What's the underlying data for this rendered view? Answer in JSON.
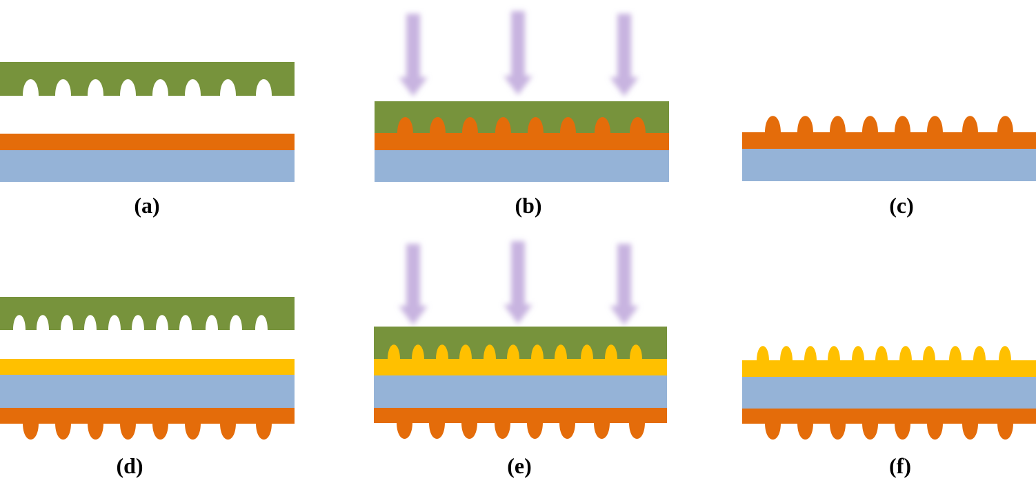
{
  "colors": {
    "stamp": "#77933c",
    "orange_layer": "#e46c0a",
    "yellow_layer": "#ffc000",
    "substrate": "#95b3d7",
    "uv_arrow": "#c8b4e0",
    "background": "#ffffff"
  },
  "panels": [
    {
      "id": "a",
      "label": "(a)",
      "step": "stamp-above-orange-layer"
    },
    {
      "id": "b",
      "label": "(b)",
      "step": "stamp-pressed-uv-exposure"
    },
    {
      "id": "c",
      "label": "(c)",
      "step": "patterned-orange-layer"
    },
    {
      "id": "d",
      "label": "(d)",
      "step": "stamp-above-yellow-layer"
    },
    {
      "id": "e",
      "label": "(e)",
      "step": "stamp-pressed-uv-exposure"
    },
    {
      "id": "f",
      "label": "(f)",
      "step": "double-sided-pattern"
    }
  ],
  "icons": {
    "uv_light": "down-arrow-icon"
  }
}
